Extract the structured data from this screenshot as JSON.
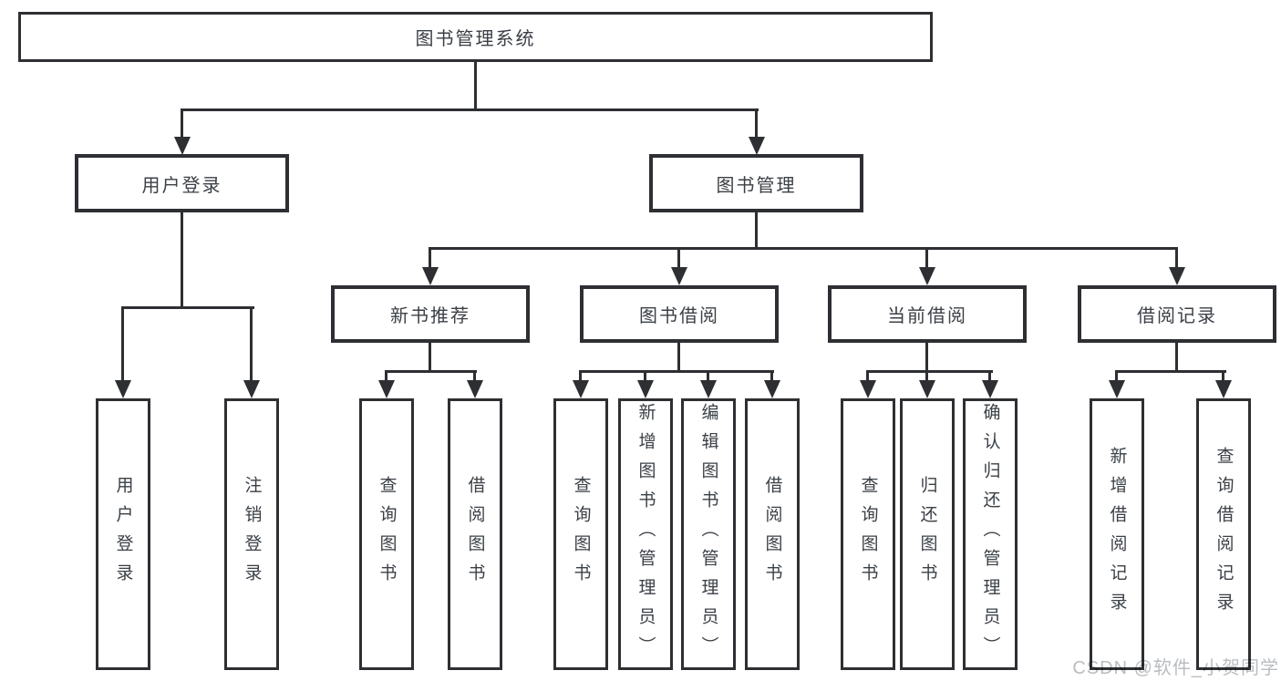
{
  "diagram": {
    "root": {
      "label": "图书管理系统"
    },
    "level2": [
      {
        "id": "user-login",
        "label": "用户登录"
      },
      {
        "id": "book-management",
        "label": "图书管理"
      }
    ],
    "level3": [
      {
        "id": "new-book-recommend",
        "label": "新书推荐"
      },
      {
        "id": "book-borrow",
        "label": "图书借阅"
      },
      {
        "id": "current-borrow",
        "label": "当前借阅"
      },
      {
        "id": "borrow-records",
        "label": "借阅记录"
      }
    ],
    "leaves": [
      {
        "id": "user-login-leaf",
        "label": "用户登录"
      },
      {
        "id": "logout",
        "label": "注销登录"
      },
      {
        "id": "query-books-recommend",
        "label": "查询图书"
      },
      {
        "id": "borrow-books-recommend",
        "label": "借阅图书"
      },
      {
        "id": "query-books-borrow",
        "label": "查询图书"
      },
      {
        "id": "add-books-admin",
        "label": "新增图书（管理员）"
      },
      {
        "id": "edit-books-admin",
        "label": "编辑图书（管理员）"
      },
      {
        "id": "borrow-books",
        "label": "借阅图书"
      },
      {
        "id": "query-books-current",
        "label": "查询图书"
      },
      {
        "id": "return-books",
        "label": "归还图书"
      },
      {
        "id": "confirm-return-admin",
        "label": "确认归还（管理员）"
      },
      {
        "id": "add-borrow-record",
        "label": "新增借阅记录"
      },
      {
        "id": "query-borrow-record",
        "label": "查询借阅记录"
      }
    ]
  },
  "watermark": {
    "text": "CSDN @软件_小贺同学"
  },
  "colors": {
    "line": "#2d2f33",
    "text": "#3b4046",
    "watermark": "#b9bdc1",
    "background": "#ffffff"
  }
}
